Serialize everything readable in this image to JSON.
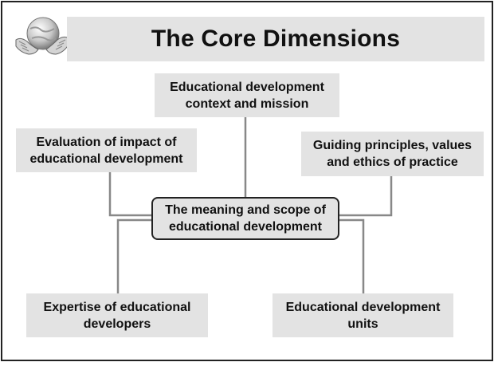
{
  "title": "The Core Dimensions",
  "center": "The meaning and scope of\neducational development",
  "nodes": {
    "top": "Educational development\ncontext and mission",
    "upper_left": "Evaluation of impact of\neducational development",
    "upper_right": "Guiding principles, values\nand ethics of practice",
    "lower_left": "Expertise of educational\ndevelopers",
    "lower_right": "Educational development\nunits"
  },
  "icons": {
    "logo": "hands-holding-globe-icon"
  },
  "colors": {
    "box_fill": "#e3e3e3",
    "connector": "#888888",
    "border": "#222222"
  }
}
